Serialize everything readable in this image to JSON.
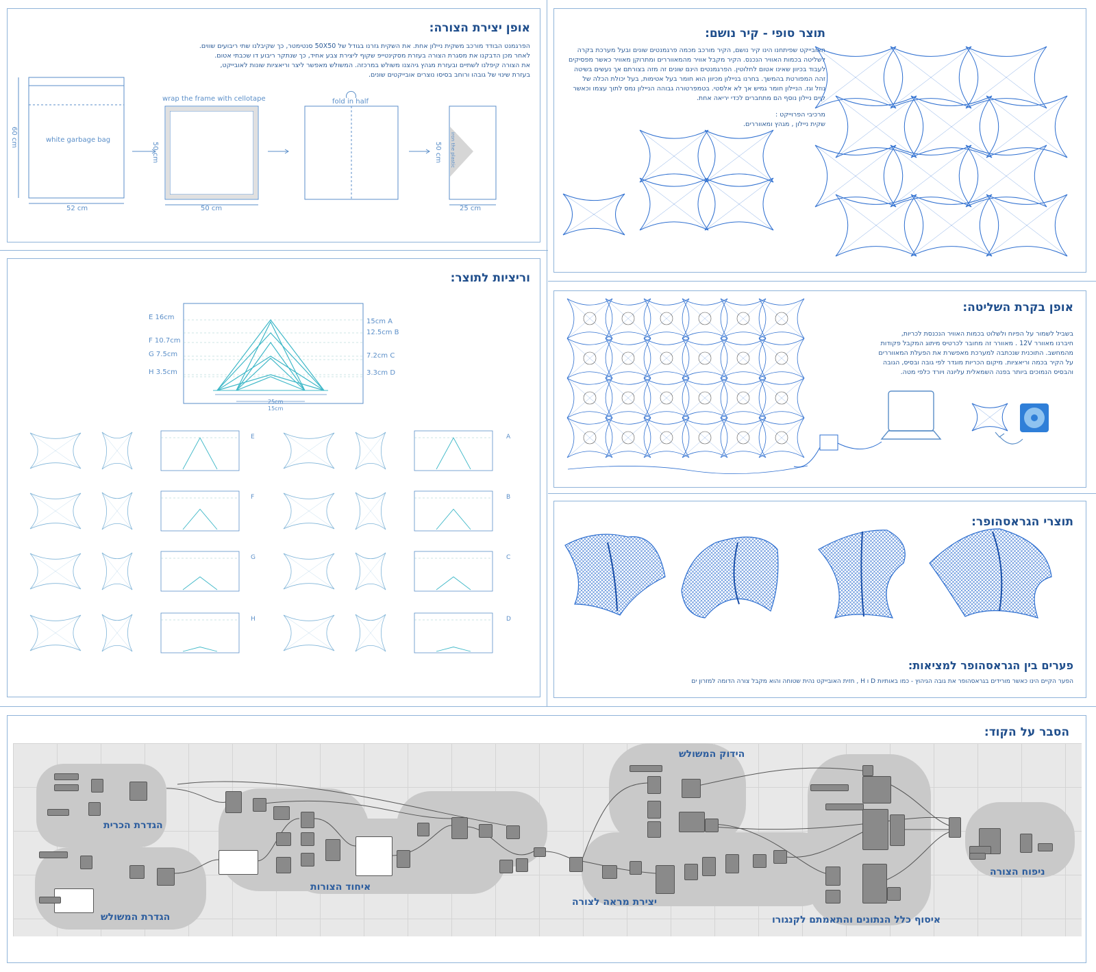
{
  "making": {
    "title": "אופן יצירת הצורה:",
    "text": [
      "הפרגמנט הבודד מורכב משקית ניילון אחת. את השקית גזרנו בגודל של 50X50 סנטימטר, כך שקיבלנו שתי ריבועים שווים.",
      "לאחר מכן הדבקנו את מסגרת הצורה בעזרת מסקינטייפ שקוף ליצירת צבע אחיד, כך שנתקר ריבוע דו שכבתי אטום.",
      "את הצורה קיפלנו לשתיים ובעזרת מגהץ גיהצנו משולש במרכזה. המשולש מאפשר ליצר וריאציות שונות לאובייקט,",
      "בעזרת שינוי של גובהו ורוחב בסיסו נוצרים אובייקטים שונים."
    ],
    "bag_label": "white garbage bag",
    "dim_60": "60 cm",
    "dim_52": "52 cm",
    "wrap_label": "wrap the frame with cellotape",
    "dim_50a": "50 cm",
    "dim_50b": "50 cm",
    "fold_label": "fold in half",
    "dim_50c": "50 cm",
    "dim_25": "25 cm",
    "iron_label": "iron the plastic"
  },
  "final": {
    "title": "תוצר סופי - קיר נושם:",
    "text": [
      "האובייקט שפיתחנו הינו קיר נושם, הקיר מורכב מכמה פרגמנטים שונים ובעל מערכת בקרה",
      "לשליטה בכמות האוויר הנכנס. הקיר מקבל אוויר מהמאווררים ומתרוקן מאוויר כאשר מפסיקים",
      "לעבוד בכיוון שאינו אטום לחלוטין. הפרגמנטים הינם שונים זה מזה בצורתם אך נעשים בשיטה",
      "זהה המפורטת בהמשך. בחרנו בניילון מכיוון  הוא חומר בעל אטימות, בעל יכולת הכלה של",
      "נוזל וגז. הניילון חומר גמיש אך לא אלסטי. בטמפרטורה גבוהה הניילון נמס לתוך עצמו וכאשר",
      "קיים ניילון נוסף הם מתחברים לכדי יריאה אחת."
    ],
    "components_title": "מרכיבי הפרוייקט :",
    "components": "שקית ניילון , מגהץ ומאווררים."
  },
  "variations": {
    "title": "וריציות לתוצר:",
    "left_labels": [
      {
        "letter": "E",
        "value": "16cm"
      },
      {
        "letter": "F",
        "value": "10.7cm"
      },
      {
        "letter": "G",
        "value": "7.5cm"
      },
      {
        "letter": "H",
        "value": "3.5cm"
      }
    ],
    "right_labels": [
      {
        "letter": "A",
        "value": "15cm"
      },
      {
        "letter": "B",
        "value": "12.5cm"
      },
      {
        "letter": "C",
        "value": "7.2cm"
      },
      {
        "letter": "D",
        "value": "3.3cm"
      }
    ],
    "base_25": "25cm",
    "base_15": "15cm",
    "rows_left": [
      "E",
      "F",
      "G",
      "H"
    ],
    "rows_right": [
      "A",
      "B",
      "C",
      "D"
    ]
  },
  "control": {
    "title": "אופן בקרת השליטה:",
    "text": [
      "בשביל לשמור על הפיוח ולשלוט בכמות האוויר הנכנסת לכריות,",
      "חיברנו מאוורר 12V . מאוורר זה מחובר לכרטיס מיתוג המקבל פקודות",
      "מהמחשב. התוכנית שנכתבה למערכת מאפשרת את הפעלת המאווררים",
      "על הקיר בכמה וריאציות. מיקום הכריות מוגדר לפי גובה ובסיס, הגובה",
      "והבסיס הנמוכים ביותר בפנה השמאלית עליונה ויורד כלפי מטה."
    ]
  },
  "grasshopper": {
    "title": "תוצרי הגראסהופר:",
    "gap_title": "פערים בין הגראסהופר למציאות:",
    "gap_text": "הפער הקיים הינו כאשר מורידים בגראסהופר את גובה הגיהוץ - כמו באותיות D ו H , חזית האובייקט נהית שטוחה והוא מקבל צורה הדומה למזרון ים"
  },
  "code": {
    "title": "הסבר על הקוד:",
    "groups": [
      "הגדרת הכרית",
      "הגדרת המשולש",
      "איחוד הצורות",
      "הידוק המשולש",
      "יצירת מראה לצורה",
      "איסוף כלל הנתונים והתאמתם לקנגורו",
      "ניפוח הצורה"
    ]
  },
  "colors": {
    "accent": "#1f4e8c",
    "line": "#5a8ec8",
    "cyan": "#3fb8c8",
    "mesh": "#2e6fd0",
    "border": "#8fb3d9"
  }
}
